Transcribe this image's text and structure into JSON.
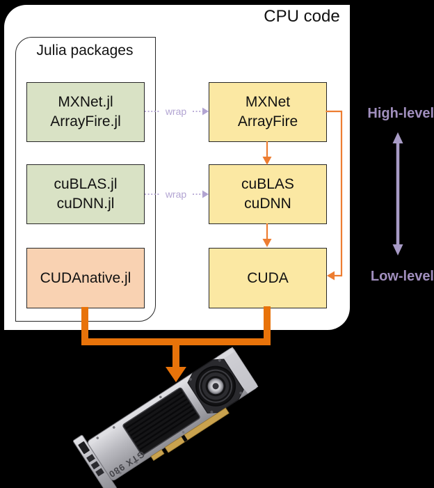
{
  "panel": {
    "title": "CPU code"
  },
  "julia": {
    "title": "Julia packages",
    "boxes": [
      {
        "line1": "MXNet.jl",
        "line2": "ArrayFire.jl"
      },
      {
        "line1": "cuBLAS.jl",
        "line2": "cuDNN.jl"
      },
      {
        "line1": "CUDAnative.jl"
      }
    ]
  },
  "cpu": {
    "boxes": [
      {
        "line1": "MXNet",
        "line2": "ArrayFire"
      },
      {
        "line1": "cuBLAS",
        "line2": "cuDNN"
      },
      {
        "line1": "CUDA"
      }
    ]
  },
  "wrap": {
    "label": "wrap"
  },
  "side": {
    "high": "High-level",
    "low": "Low-level"
  },
  "gpu": {
    "model": "GTX 980"
  },
  "colors": {
    "background": "#000000",
    "panel": "#ffffff",
    "text": "#111111",
    "box_border": "#262626",
    "green_fill": "#d9e2c5",
    "yellow_fill": "#fbe8a3",
    "salmon_fill": "#f9d2b2",
    "orange": "#ed7d31",
    "orange_thick": "#e8730a",
    "purple_wrap": "#b2a4d2",
    "purple_label": "#a18fbe",
    "purple_arrow": "#a89bc6"
  }
}
